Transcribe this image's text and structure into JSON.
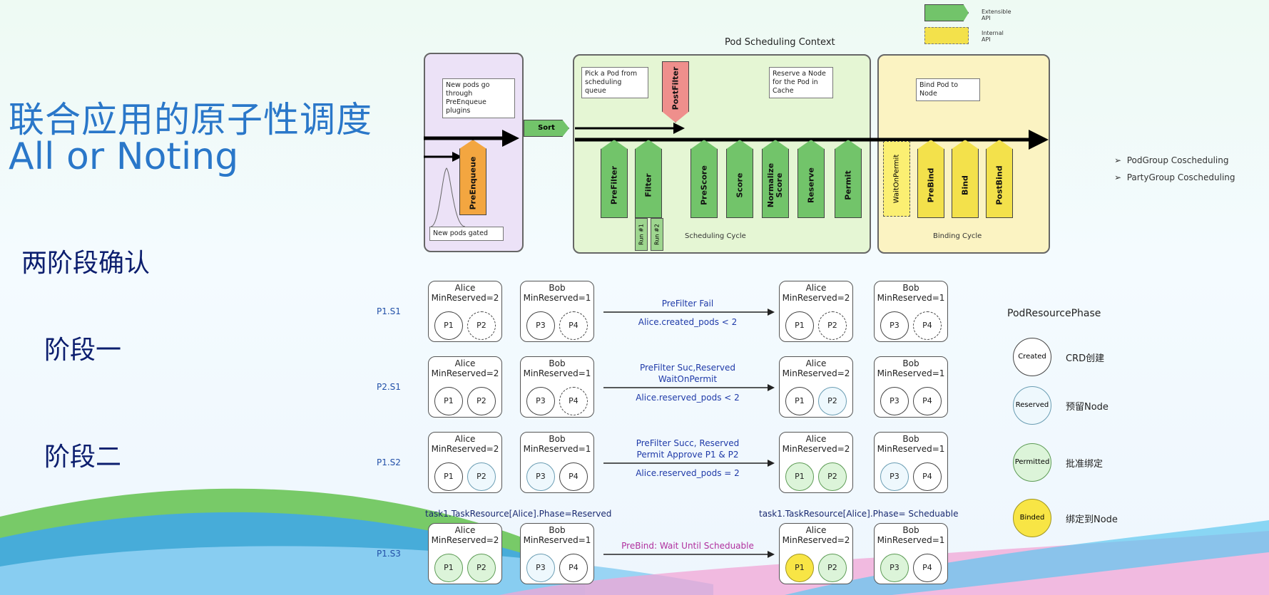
{
  "title": {
    "line1": "联合应用的原子性调度",
    "line2": "All or Noting"
  },
  "phases": {
    "two_phase": "两阶段确认",
    "phase1": "阶段一",
    "phase2": "阶段二"
  },
  "legend_top": {
    "extensible": "Extensible API",
    "internal": "Internal API"
  },
  "context_title": "Pod Scheduling Context",
  "notes": {
    "new_pods": "New pods go through PreEnqueue plugins",
    "gated": "New pods gated",
    "pick": "Pick a Pod from scheduling queue",
    "reserve": "Reserve a Node for the Pod in Cache",
    "bind": "Bind Pod to Node"
  },
  "plugins": {
    "preenqueue": "PreEnqueue",
    "sort": "Sort",
    "postfilter": "PostFilter",
    "prefilter": "PreFilter",
    "filter": "Filter",
    "prescore": "PreScore",
    "score": "Score",
    "normalize": "Normalize Score",
    "reserve": "Reserve",
    "permit": "Permit",
    "waitonpermit": "WaitOnPermit",
    "prebind": "PreBind",
    "bind": "Bind",
    "postbind": "PostBind",
    "run1": "Run #1",
    "run2": "Run #2"
  },
  "cycles": {
    "scheduling": "Scheduling Cycle",
    "binding": "Binding Cycle"
  },
  "bullets": [
    "PodGroup Coscheduling",
    "PartyGroup Coscheduling"
  ],
  "colors": {
    "title": "#2a77c9",
    "extensible": "#72c46a",
    "internal": "#f3e14b"
  },
  "rows": [
    {
      "label": "P1.S1",
      "arrow_top": "PreFilter Fail",
      "arrow_bottom": "Alice.created_pods < 2",
      "left": {
        "alice": {
          "name": "Alice",
          "min": "MinReserved=2",
          "pods": [
            {
              "t": "P1",
              "s": "created"
            },
            {
              "t": "P2",
              "s": "dash"
            }
          ]
        },
        "bob": {
          "name": "Bob",
          "min": "MinReserved=1",
          "pods": [
            {
              "t": "P3",
              "s": "created"
            },
            {
              "t": "P4",
              "s": "dash"
            }
          ]
        }
      },
      "right": {
        "alice": {
          "name": "Alice",
          "min": "MinReserved=2",
          "pods": [
            {
              "t": "P1",
              "s": "created"
            },
            {
              "t": "P2",
              "s": "dash"
            }
          ]
        },
        "bob": {
          "name": "Bob",
          "min": "MinReserved=1",
          "pods": [
            {
              "t": "P3",
              "s": "created"
            },
            {
              "t": "P4",
              "s": "dash"
            }
          ]
        }
      }
    },
    {
      "label": "P2.S1",
      "arrow_top": "PreFilter Suc,Reserved\nWaitOnPermit",
      "arrow_bottom": "Alice.reserved_pods < 2",
      "left": {
        "alice": {
          "name": "Alice",
          "min": "MinReserved=2",
          "pods": [
            {
              "t": "P1",
              "s": "created"
            },
            {
              "t": "P2",
              "s": "created"
            }
          ]
        },
        "bob": {
          "name": "Bob",
          "min": "MinReserved=1",
          "pods": [
            {
              "t": "P3",
              "s": "created"
            },
            {
              "t": "P4",
              "s": "dash"
            }
          ]
        }
      },
      "right": {
        "alice": {
          "name": "Alice",
          "min": "MinReserved=2",
          "pods": [
            {
              "t": "P1",
              "s": "created"
            },
            {
              "t": "P2",
              "s": "reserved"
            }
          ]
        },
        "bob": {
          "name": "Bob",
          "min": "MinReserved=1",
          "pods": [
            {
              "t": "P3",
              "s": "created"
            },
            {
              "t": "P4",
              "s": "created"
            }
          ]
        }
      }
    },
    {
      "label": "P1.S2",
      "arrow_top": "PreFilter Succ, Reserved\nPermit Approve P1 & P2",
      "arrow_bottom": "Alice.reserved_pods = 2",
      "left": {
        "alice": {
          "name": "Alice",
          "min": "MinReserved=2",
          "pods": [
            {
              "t": "P1",
              "s": "created"
            },
            {
              "t": "P2",
              "s": "reserved"
            }
          ]
        },
        "bob": {
          "name": "Bob",
          "min": "MinReserved=1",
          "pods": [
            {
              "t": "P3",
              "s": "reserved"
            },
            {
              "t": "P4",
              "s": "created"
            }
          ]
        }
      },
      "right": {
        "alice": {
          "name": "Alice",
          "min": "MinReserved=2",
          "pods": [
            {
              "t": "P1",
              "s": "permitted"
            },
            {
              "t": "P2",
              "s": "permitted"
            }
          ]
        },
        "bob": {
          "name": "Bob",
          "min": "MinReserved=1",
          "pods": [
            {
              "t": "P3",
              "s": "reserved"
            },
            {
              "t": "P4",
              "s": "created"
            }
          ]
        }
      }
    },
    {
      "label": "P1.S3",
      "arrow_top": "PreBind: Wait Until Scheduable",
      "arrow_bottom": "",
      "caption_left": "task1.TaskResource[Alice].Phase=Reserved",
      "caption_right": "task1.TaskResource[Alice].Phase= Scheduable",
      "left": {
        "alice": {
          "name": "Alice",
          "min": "MinReserved=2",
          "pods": [
            {
              "t": "P1",
              "s": "permitted"
            },
            {
              "t": "P2",
              "s": "permitted"
            }
          ]
        },
        "bob": {
          "name": "Bob",
          "min": "MinReserved=1",
          "pods": [
            {
              "t": "P3",
              "s": "reserved"
            },
            {
              "t": "P4",
              "s": "created"
            }
          ]
        }
      },
      "right": {
        "alice": {
          "name": "Alice",
          "min": "MinReserved=2",
          "pods": [
            {
              "t": "P1",
              "s": "binded"
            },
            {
              "t": "P2",
              "s": "permitted"
            }
          ]
        },
        "bob": {
          "name": "Bob",
          "min": "MinReserved=1",
          "pods": [
            {
              "t": "P3",
              "s": "permitted"
            },
            {
              "t": "P4",
              "s": "created"
            }
          ]
        }
      }
    }
  ],
  "resource_legend": {
    "title": "PodResourcePhase",
    "items": [
      {
        "circle": "Created",
        "desc": "CRD创建",
        "s": "created"
      },
      {
        "circle": "Reserved",
        "desc": "预留Node",
        "s": "reserved"
      },
      {
        "circle": "Permitted",
        "desc": "批准绑定",
        "s": "permitted"
      },
      {
        "circle": "Binded",
        "desc": "绑定到Node",
        "s": "binded"
      }
    ]
  }
}
